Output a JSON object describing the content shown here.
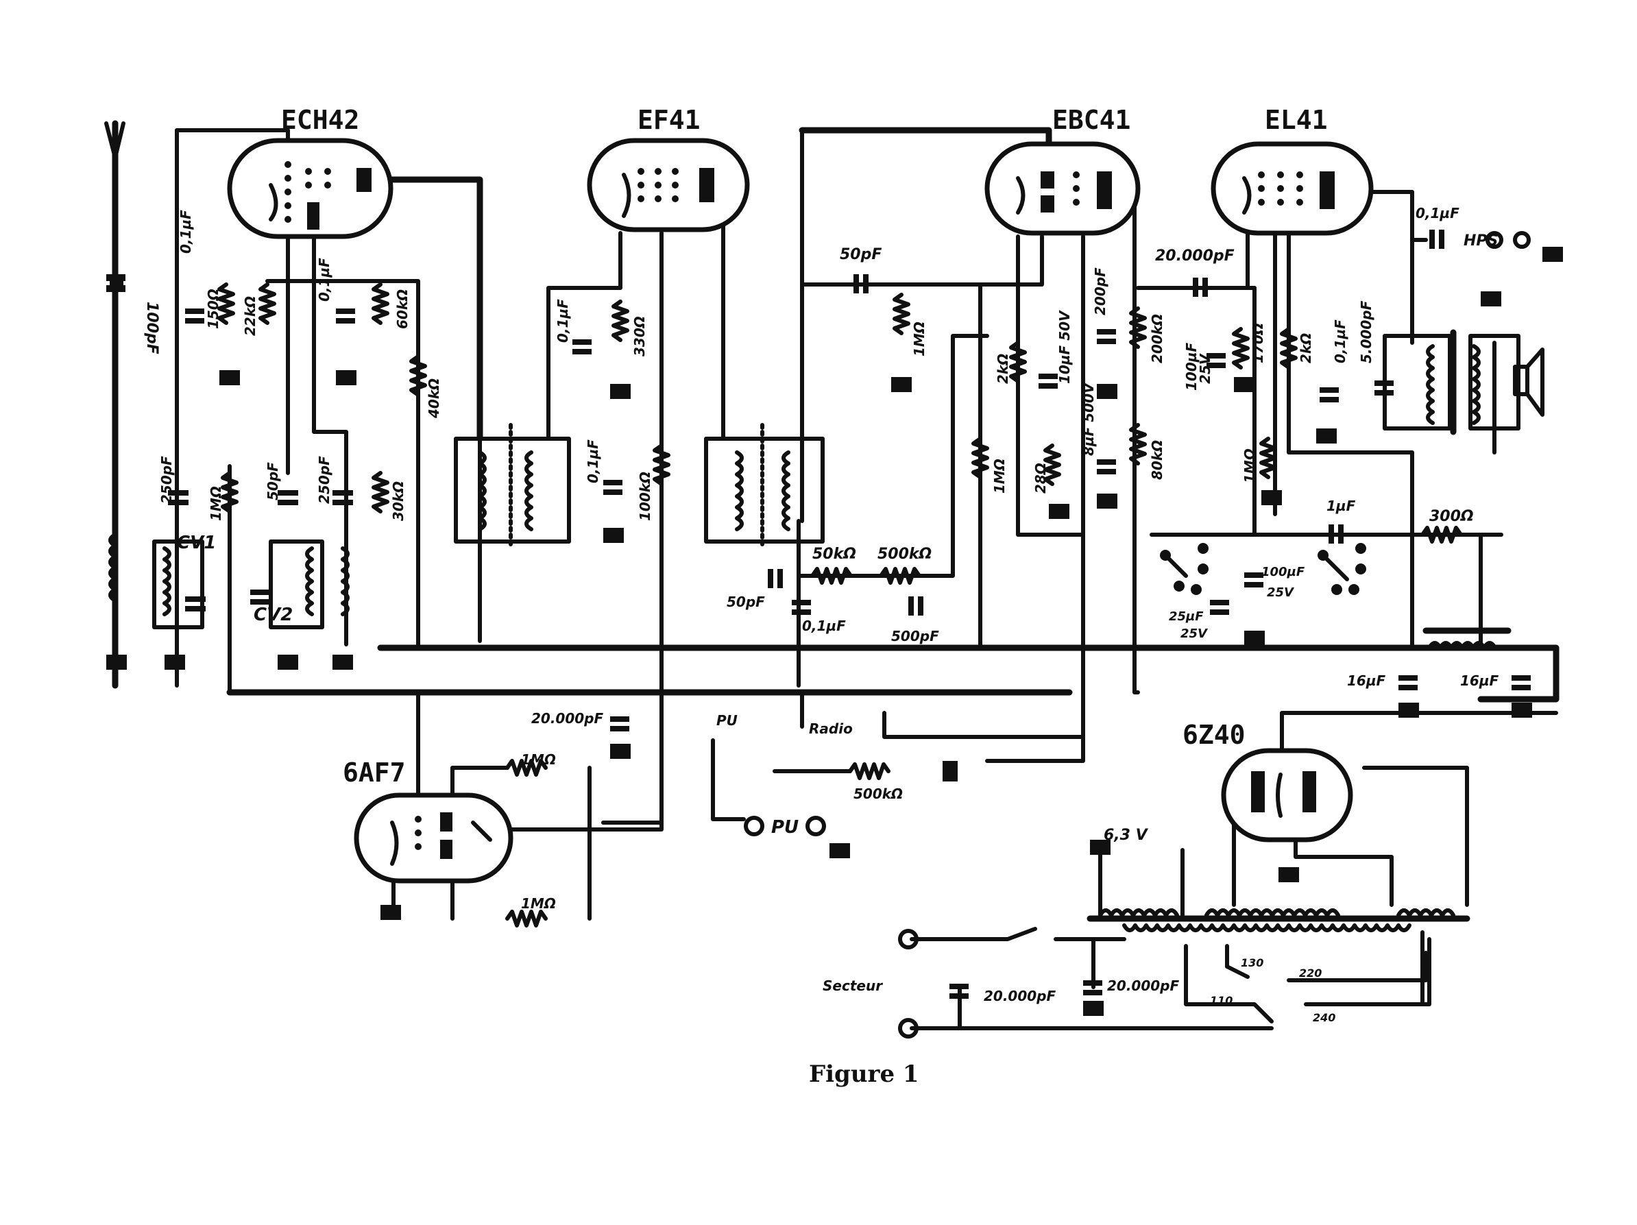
{
  "figure": {
    "caption": "Figure 1",
    "background": "#ffffff",
    "ink": "#111111"
  },
  "tubes": {
    "ech42": "ECH42",
    "ef41": "EF41",
    "ebc41": "EBC41",
    "el41": "EL41",
    "af7": "6AF7",
    "rect": "6Z40"
  },
  "labels": {
    "c_ant": "100pF",
    "c_osc1": "0,1µF",
    "r_osc1": "150Ω",
    "r_osc2": "22kΩ",
    "c_g2": "0,1µF",
    "r_g2": "60kΩ",
    "r_40k": "40kΩ",
    "c_250a": "250pF",
    "r_1m_a": "1MΩ",
    "c_50": "50pF",
    "c_250b": "250pF",
    "r_30k": "30kΩ",
    "cv1": "CV1",
    "cv2": "CV2",
    "c_ef_k": "0,1µF",
    "r_ef_k": "330Ω",
    "c_ef_g2": "0,1µF",
    "r_ef_g2": "100kΩ",
    "c_det": "50pF",
    "r_det1": "50kΩ",
    "r_det2": "500kΩ",
    "c_det2": "0,1µF",
    "c_det3": "500pF",
    "c_coup": "50pF",
    "r_1m_b": "1MΩ",
    "r_1m_c": "1MΩ",
    "r_2k": "2kΩ",
    "c_10u": "10µF 50V",
    "r_28": "28Ω",
    "c_200": "200pF",
    "c_8u": "8µF 500V",
    "r_200k": "200kΩ",
    "r_80k": "80kΩ",
    "c_20n": "20.000pF",
    "c_100u": "100µF",
    "v_25": "25V",
    "r_170": "170Ω",
    "r_1m_d": "1MΩ",
    "r_2k_b": "2kΩ",
    "c_01_b": "0,1µF",
    "c_5n": "5.000pF",
    "c_01_hps": "0,1µF",
    "hps": "HPS",
    "c_1u": "1µF",
    "r_300": "300Ω",
    "c_100u_b": "100µF",
    "v_25_b": "25V",
    "c_25u": "25µF",
    "v_25_c": "25V",
    "c_16a": "16µF",
    "c_16b": "16µF",
    "c_20n_b": "20.000pF",
    "r_1m_e": "1MΩ",
    "r_1m_f": "1MΩ",
    "pu_sw": "PU",
    "radio": "Radio",
    "r_vol": "500kΩ",
    "pu_jack": "PU",
    "v_heater": "6,3 V",
    "secteur": "Secteur",
    "c_mains1": "20.000pF",
    "c_mains2": "20.000pF",
    "tap_110": "110",
    "tap_130": "130",
    "tap_220": "220",
    "tap_240": "240"
  }
}
